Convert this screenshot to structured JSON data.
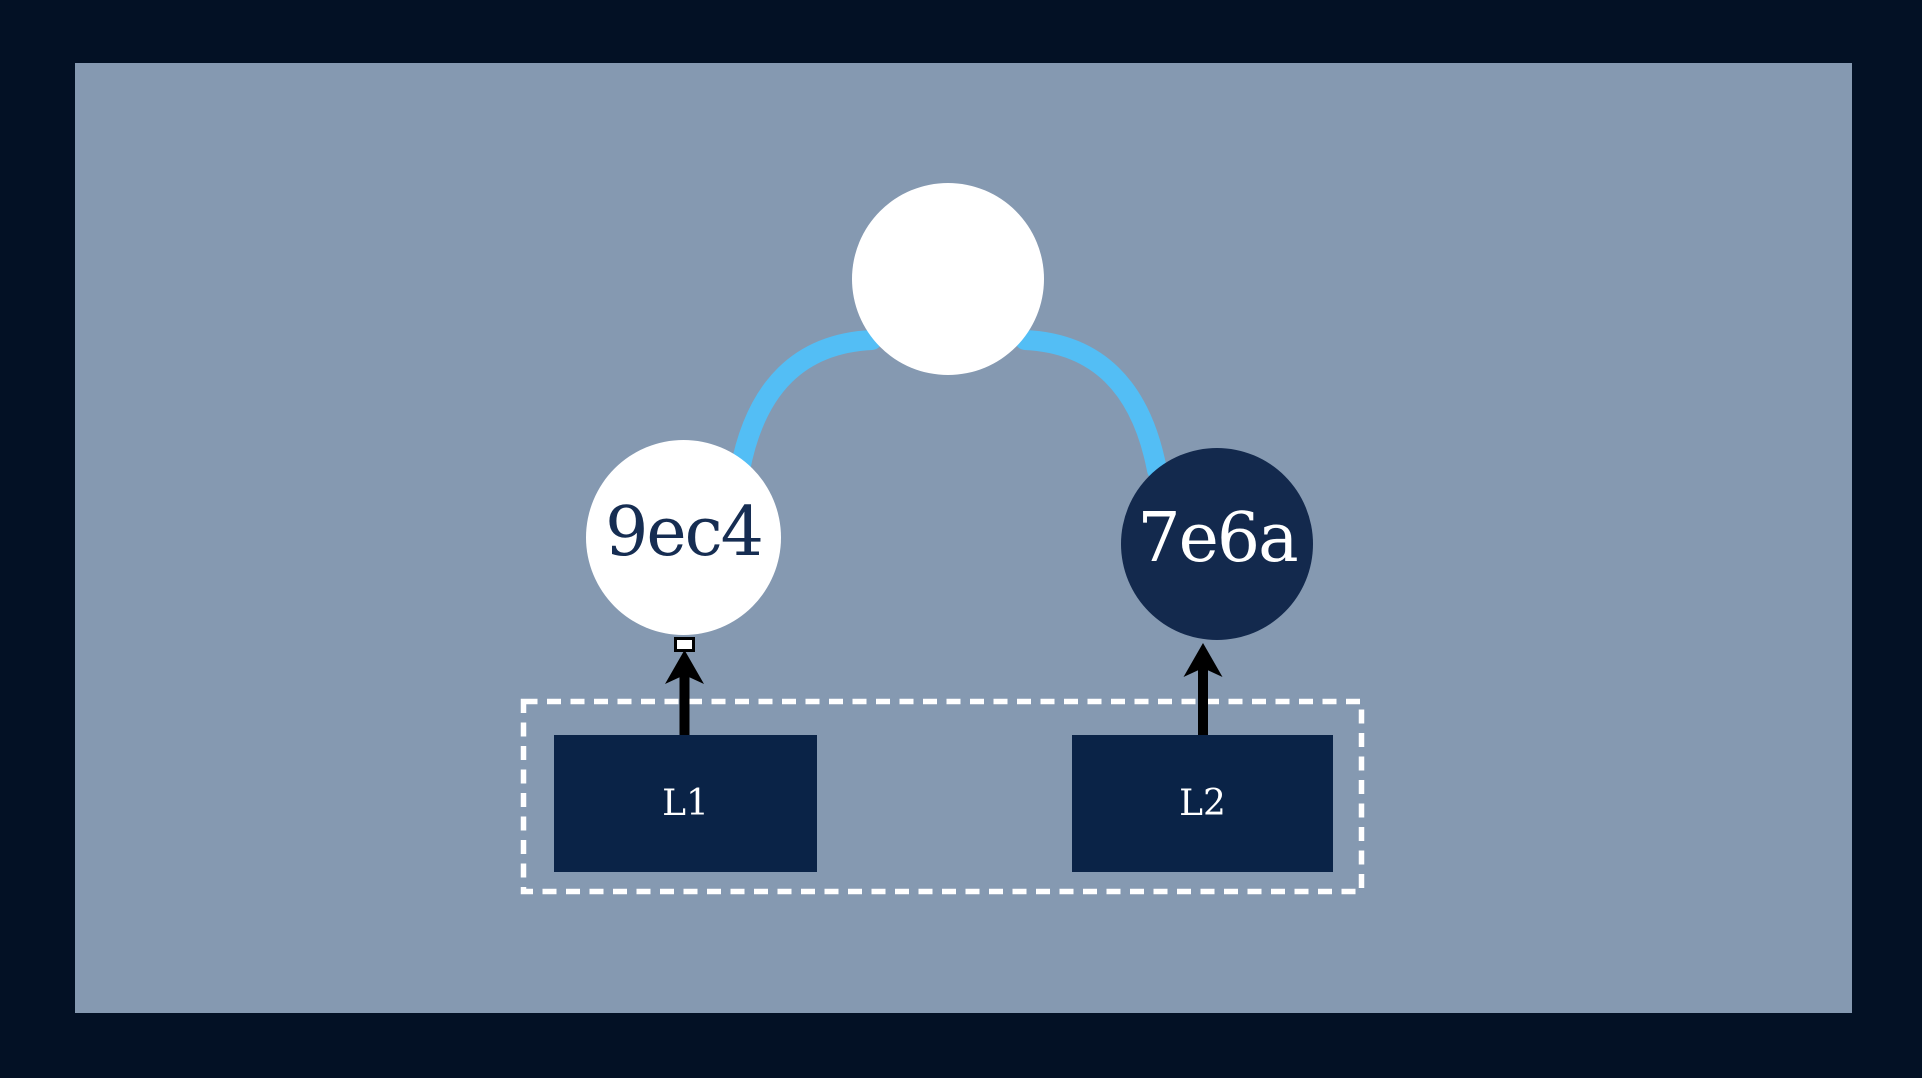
{
  "diagram": {
    "type": "tree",
    "nodes": {
      "root": {
        "label": "",
        "fill": "light"
      },
      "left": {
        "label": "9ec4",
        "fill": "light"
      },
      "right": {
        "label": "7e6a",
        "fill": "dark"
      }
    },
    "leaves": {
      "l1": {
        "label": "L1"
      },
      "l2": {
        "label": "L2"
      }
    },
    "edges": [
      {
        "from": "root",
        "to": "left",
        "style": "curved"
      },
      {
        "from": "root",
        "to": "right",
        "style": "curved"
      }
    ],
    "arrows": [
      {
        "from": "l1",
        "to": "left"
      },
      {
        "from": "l2",
        "to": "right"
      }
    ]
  },
  "colors": {
    "outer_background": "#031125",
    "panel_background": "#8599B1",
    "node_light_fill": "#FFFFFF",
    "node_light_text": "#162D52",
    "node_dark_fill": "#13294D",
    "node_dark_text": "#FFFFFF",
    "leaf_fill": "#0A2347",
    "leaf_text": "#FFFFFF",
    "edge_blue": "#53BEF5",
    "arrow_black": "#000000",
    "dashed_box_white": "#FFFFFF"
  }
}
